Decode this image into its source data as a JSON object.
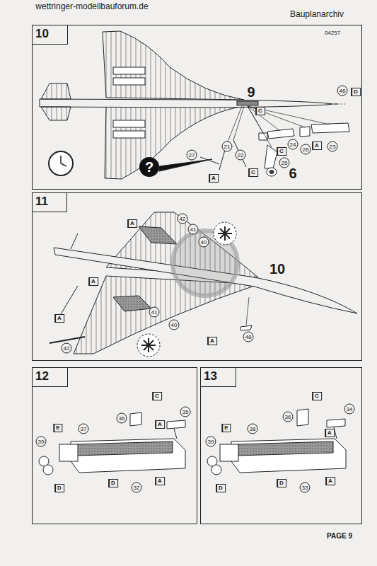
{
  "diagram": {
    "nodes": [
      {
        "text": [
          "10"
        ]
      },
      {
        "text": [
          "11"
        ]
      },
      {
        "text": [
          "12"
        ]
      },
      {
        "text": [
          "13"
        ]
      }
    ],
    "labels": [
      "wettringer-modellbauforum.de",
      "Bauplanarchiv",
      "04257",
      "9",
      "C",
      "46",
      "D",
      "23",
      "A",
      "26",
      "24",
      "C",
      "25",
      "21",
      "22",
      "27",
      "C",
      "6",
      "A",
      "?",
      "A",
      "42",
      "41",
      "40",
      "10",
      "A",
      "41",
      "40",
      "A",
      "42",
      "48",
      "A",
      "C",
      "36",
      "A",
      "35",
      "E",
      "37",
      "39",
      "D",
      "D",
      "32",
      "A",
      "C",
      "36",
      "A",
      "34",
      "E",
      "38",
      "39",
      "D",
      "D",
      "33",
      "A",
      "PAGE 9"
    ]
  }
}
